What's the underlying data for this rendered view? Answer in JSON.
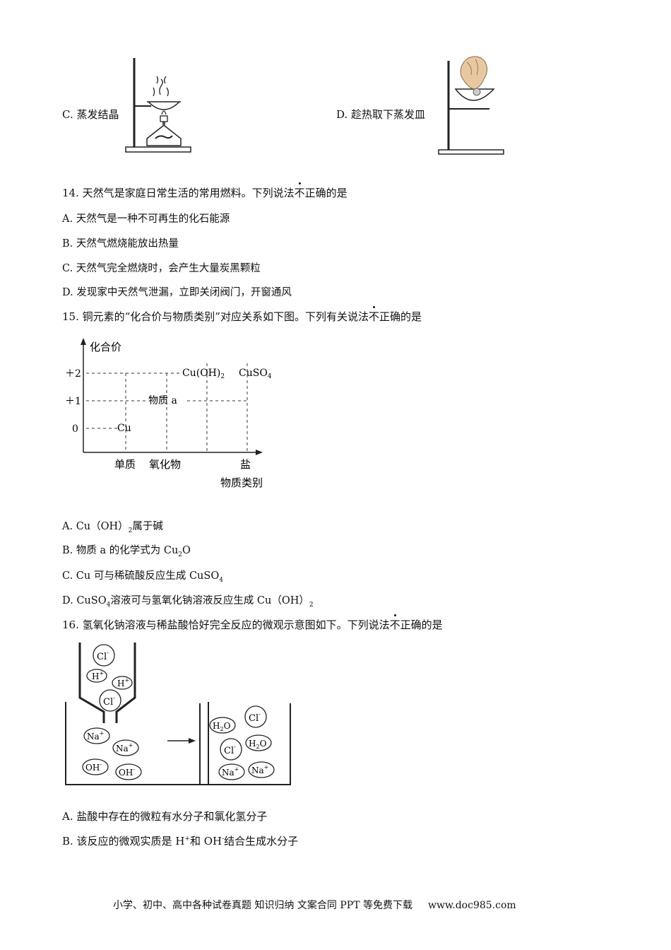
{
  "q13_tail": {
    "option_c": "C. 蒸发结晶",
    "option_d": "D. 趁热取下蒸发皿"
  },
  "q14": {
    "stem_before": "14. 天然气是家庭日常生活的常用燃料。下列说法",
    "stem_dot": "不",
    "stem_after": "正确的是",
    "options": [
      "A.  天然气是一种不可再生的化石能源",
      "B.  天然气燃烧能放出热量",
      "C.  天然气完全燃烧时，会产生大量炭黑颗粒",
      "D.  发现家中天然气泄漏，立即关闭阀门，开窗通风"
    ]
  },
  "q15": {
    "stem_before": "15. 铜元素的“化合价与物质类别”对应关系如下图。下列有关说法",
    "stem_dot": "不",
    "stem_after": "正确的是",
    "chart": {
      "y_title": "化合价",
      "x_title": "物质类别",
      "y_ticks": [
        "＋2",
        "＋1",
        "0"
      ],
      "x_ticks": [
        "单质",
        "氧化物",
        "盐"
      ],
      "points": {
        "cu": "Cu",
        "substance_a": "物质 a",
        "cu_oh2": "Cu(OH)",
        "cu_oh2_sub": "2",
        "cuso4": "CuSO",
        "cuso4_sub": "4"
      }
    },
    "options": {
      "a": "A.  Cu（OH）",
      "a_sub": "2",
      "a_tail": "属于碱",
      "b": "B.  物质 a 的化学式为 Cu",
      "b_sub": "2",
      "b_tail": "O",
      "c": "C.  Cu 可与稀硫酸反应生成 CuSO",
      "c_sub": "4",
      "d": "D.  CuSO",
      "d_sub": "4",
      "d_mid": "溶液可与氢氧化钠溶液反应生成 Cu（OH）",
      "d_sub2": "2"
    }
  },
  "q16": {
    "stem_before": "16. 氢氧化钠溶液与稀盐酸恰好完全反应的微观示意图如下。下列说法",
    "stem_dot": "不",
    "stem_after": "正确的是",
    "particles": {
      "cl": "Cl",
      "cl_sup": "-",
      "h": "H",
      "h_sup": "+",
      "na": "Na",
      "na_sup": "+",
      "oh": "OH",
      "oh_sup": "-",
      "h2o_h": "H",
      "h2o_sub": "2",
      "h2o_o": "O"
    },
    "option_a": "A. 盐酸中存在的微粒有水分子和氯化氢分子",
    "option_b_pre": "B. 该反应的微观实质是 H",
    "option_b_sup1": "+",
    "option_b_mid": "和 OH",
    "option_b_sup2": "-",
    "option_b_tail": "结合生成水分子"
  },
  "footer": {
    "text": "小学、初中、高中各种试卷真题  知识归纳  文案合同  PPT 等免费下载",
    "url": "www.doc985.com"
  }
}
